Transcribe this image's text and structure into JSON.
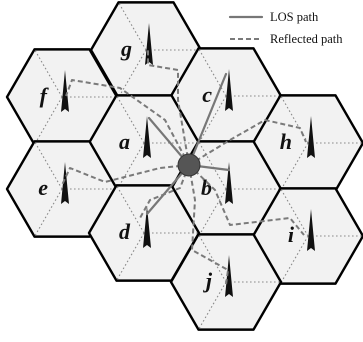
{
  "legend": {
    "los_label": "LOS path",
    "reflected_label": "Reflected path"
  },
  "cells": [
    {
      "id": "g",
      "label": "g"
    },
    {
      "id": "f",
      "label": "f"
    },
    {
      "id": "c",
      "label": "c"
    },
    {
      "id": "a",
      "label": "a"
    },
    {
      "id": "h",
      "label": "h"
    },
    {
      "id": "e",
      "label": "e"
    },
    {
      "id": "b",
      "label": "b"
    },
    {
      "id": "d",
      "label": "d"
    },
    {
      "id": "i",
      "label": "i"
    },
    {
      "id": "j",
      "label": "j"
    }
  ],
  "colors": {
    "cell_fill": "#f2f2f2",
    "cell_border": "#000000",
    "los_path": "#777777",
    "reflected_path": "#7a7a7a",
    "mobile_user": "#555555"
  }
}
